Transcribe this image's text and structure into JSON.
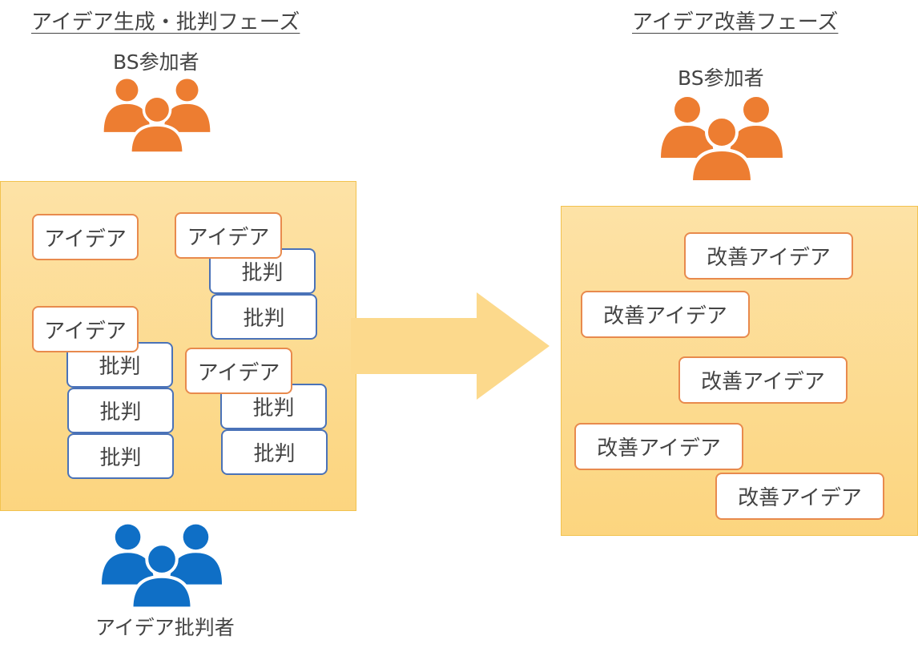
{
  "left_phase": {
    "title": "アイデア生成・批判フェーズ",
    "participants_label": "BS参加者",
    "critics_label": "アイデア批判者",
    "idea_label": "アイデア",
    "critique_label": "批判"
  },
  "right_phase": {
    "title": "アイデア改善フェーズ",
    "participants_label": "BS参加者",
    "improved_label": "改善アイデア"
  },
  "colors": {
    "orange_people": "#ed7d31",
    "blue_people": "#0f6fc6",
    "panel_fill": "#fdd98a",
    "idea_border": "#e88a4d",
    "critique_border": "#4a72b8",
    "arrow_fill": "#fcd98c"
  },
  "icons": {
    "participants": "people-group-icon",
    "critics": "people-group-icon",
    "transition": "right-arrow-icon"
  }
}
